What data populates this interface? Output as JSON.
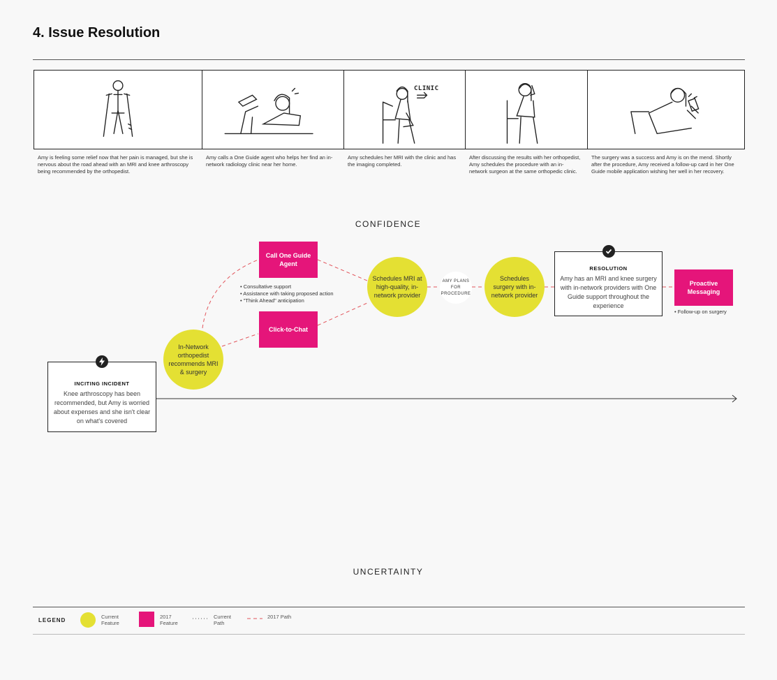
{
  "page": {
    "title": "4. Issue Resolution"
  },
  "storyboard": [
    {
      "caption": "Amy is feeling some relief now that her pain is managed, but she is nervous about the road ahead with an MRI and knee arthroscopy being recommended by the orthopedist."
    },
    {
      "caption": "Amy calls a One Guide agent who helps her find an in-network radiology clinic near her home."
    },
    {
      "caption": "Amy schedules her MRI with the clinic and has the imaging completed.",
      "sign": "CLINIC"
    },
    {
      "caption": "After discussing the results with her orthopedist, Amy schedules the procedure with an in-network surgeon at the same orthopedic clinic."
    },
    {
      "caption": "The surgery was a success and Amy is on the mend. Shortly after the procedure, Amy received a follow-up card in her One Guide mobile application wishing her well in her recovery."
    }
  ],
  "axis": {
    "top": "CONFIDENCE",
    "bottom": "UNCERTAINTY"
  },
  "journey": {
    "inciting": {
      "heading": "INCITING INCIDENT",
      "text": "Knee arthroscopy has been recommended, but Amy is worried about expenses and she isn't clear on what's covered",
      "icon": "lightning-icon"
    },
    "orthopedist": "In-Network orthopedist recommends MRI & surgery",
    "call_agent": "Call One Guide Agent",
    "agent_bullets": [
      "Consultative support",
      "Assistance with taking proposed action",
      "\"Think Ahead\" anticipation"
    ],
    "click_to_chat": "Click-to-Chat",
    "schedule_mri": "Schedules MRI at high-quality, in-network provider",
    "amy_plans": "AMY PLANS FOR PROCEDURE",
    "schedule_surgery": "Schedules surgery with in-network provider",
    "resolution": {
      "heading": "RESOLUTION",
      "text": "Amy has an MRI and knee surgery with in-network providers with One Guide support throughout the experience",
      "icon": "check-icon"
    },
    "proactive": "Proactive Messaging",
    "proactive_bullets": [
      "Follow-up on surgery"
    ]
  },
  "legend": {
    "title": "LEGEND",
    "items": [
      {
        "label": "Current Feature",
        "kind": "yellow-circle"
      },
      {
        "label": "2017 Feature",
        "kind": "pink-square"
      },
      {
        "label": "Current Path",
        "kind": "dotted-line"
      },
      {
        "label": "2017 Path",
        "kind": "dashed-line"
      }
    ]
  },
  "colors": {
    "accent_yellow": "#e4e033",
    "accent_pink": "#e5157a",
    "path_red": "#e2555c"
  }
}
